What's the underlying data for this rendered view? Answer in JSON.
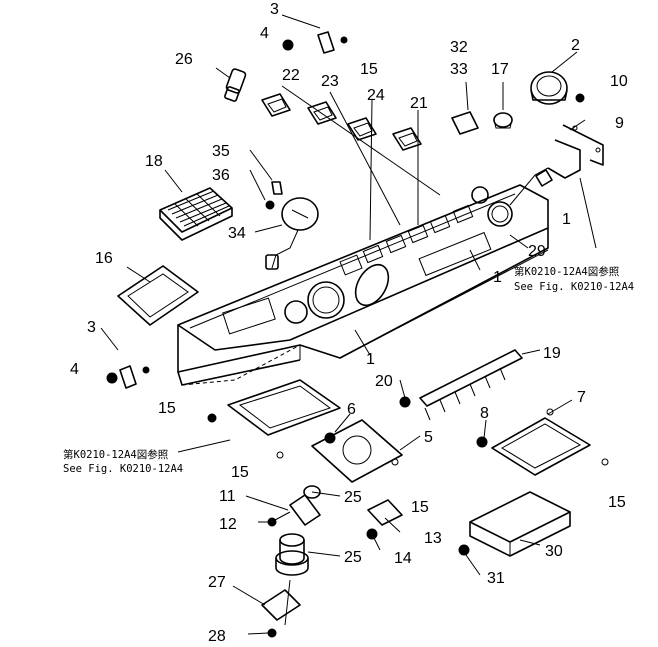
{
  "callouts": [
    {
      "id": "p3a",
      "text": "3"
    },
    {
      "id": "p4a",
      "text": "4"
    },
    {
      "id": "p15a",
      "text": "15"
    },
    {
      "id": "p26",
      "text": "26"
    },
    {
      "id": "p22",
      "text": "22"
    },
    {
      "id": "p23",
      "text": "23"
    },
    {
      "id": "p24",
      "text": "24"
    },
    {
      "id": "p21",
      "text": "21"
    },
    {
      "id": "p32",
      "text": "32"
    },
    {
      "id": "p33",
      "text": "33"
    },
    {
      "id": "p17",
      "text": "17"
    },
    {
      "id": "p2",
      "text": "2"
    },
    {
      "id": "p10",
      "text": "10"
    },
    {
      "id": "p9",
      "text": "9"
    },
    {
      "id": "p18",
      "text": "18"
    },
    {
      "id": "p35",
      "text": "35"
    },
    {
      "id": "p36",
      "text": "36"
    },
    {
      "id": "p34",
      "text": "34"
    },
    {
      "id": "p1a",
      "text": "1"
    },
    {
      "id": "p29",
      "text": "29"
    },
    {
      "id": "p1b",
      "text": "1"
    },
    {
      "id": "p16",
      "text": "16"
    },
    {
      "id": "p3b",
      "text": "3"
    },
    {
      "id": "p4b",
      "text": "4"
    },
    {
      "id": "p15b",
      "text": "15"
    },
    {
      "id": "p1c",
      "text": "1"
    },
    {
      "id": "p19",
      "text": "19"
    },
    {
      "id": "p20",
      "text": "20"
    },
    {
      "id": "p6",
      "text": "6"
    },
    {
      "id": "p5",
      "text": "5"
    },
    {
      "id": "p8",
      "text": "8"
    },
    {
      "id": "p7",
      "text": "7"
    },
    {
      "id": "p15c",
      "text": "15"
    },
    {
      "id": "p15d",
      "text": "15"
    },
    {
      "id": "p15e",
      "text": "15"
    },
    {
      "id": "p11",
      "text": "11"
    },
    {
      "id": "p25a",
      "text": "25"
    },
    {
      "id": "p12",
      "text": "12"
    },
    {
      "id": "p13",
      "text": "13"
    },
    {
      "id": "p14",
      "text": "14"
    },
    {
      "id": "p30",
      "text": "30"
    },
    {
      "id": "p25b",
      "text": "25"
    },
    {
      "id": "p31",
      "text": "31"
    },
    {
      "id": "p27",
      "text": "27"
    },
    {
      "id": "p28",
      "text": "28"
    }
  ],
  "references": {
    "right_jp": "第K0210-12A4図参照",
    "right_en": "See Fig. K0210-12A4",
    "left_jp": "第K0210-12A4図参照",
    "left_en": "See Fig. K0210-12A4"
  }
}
